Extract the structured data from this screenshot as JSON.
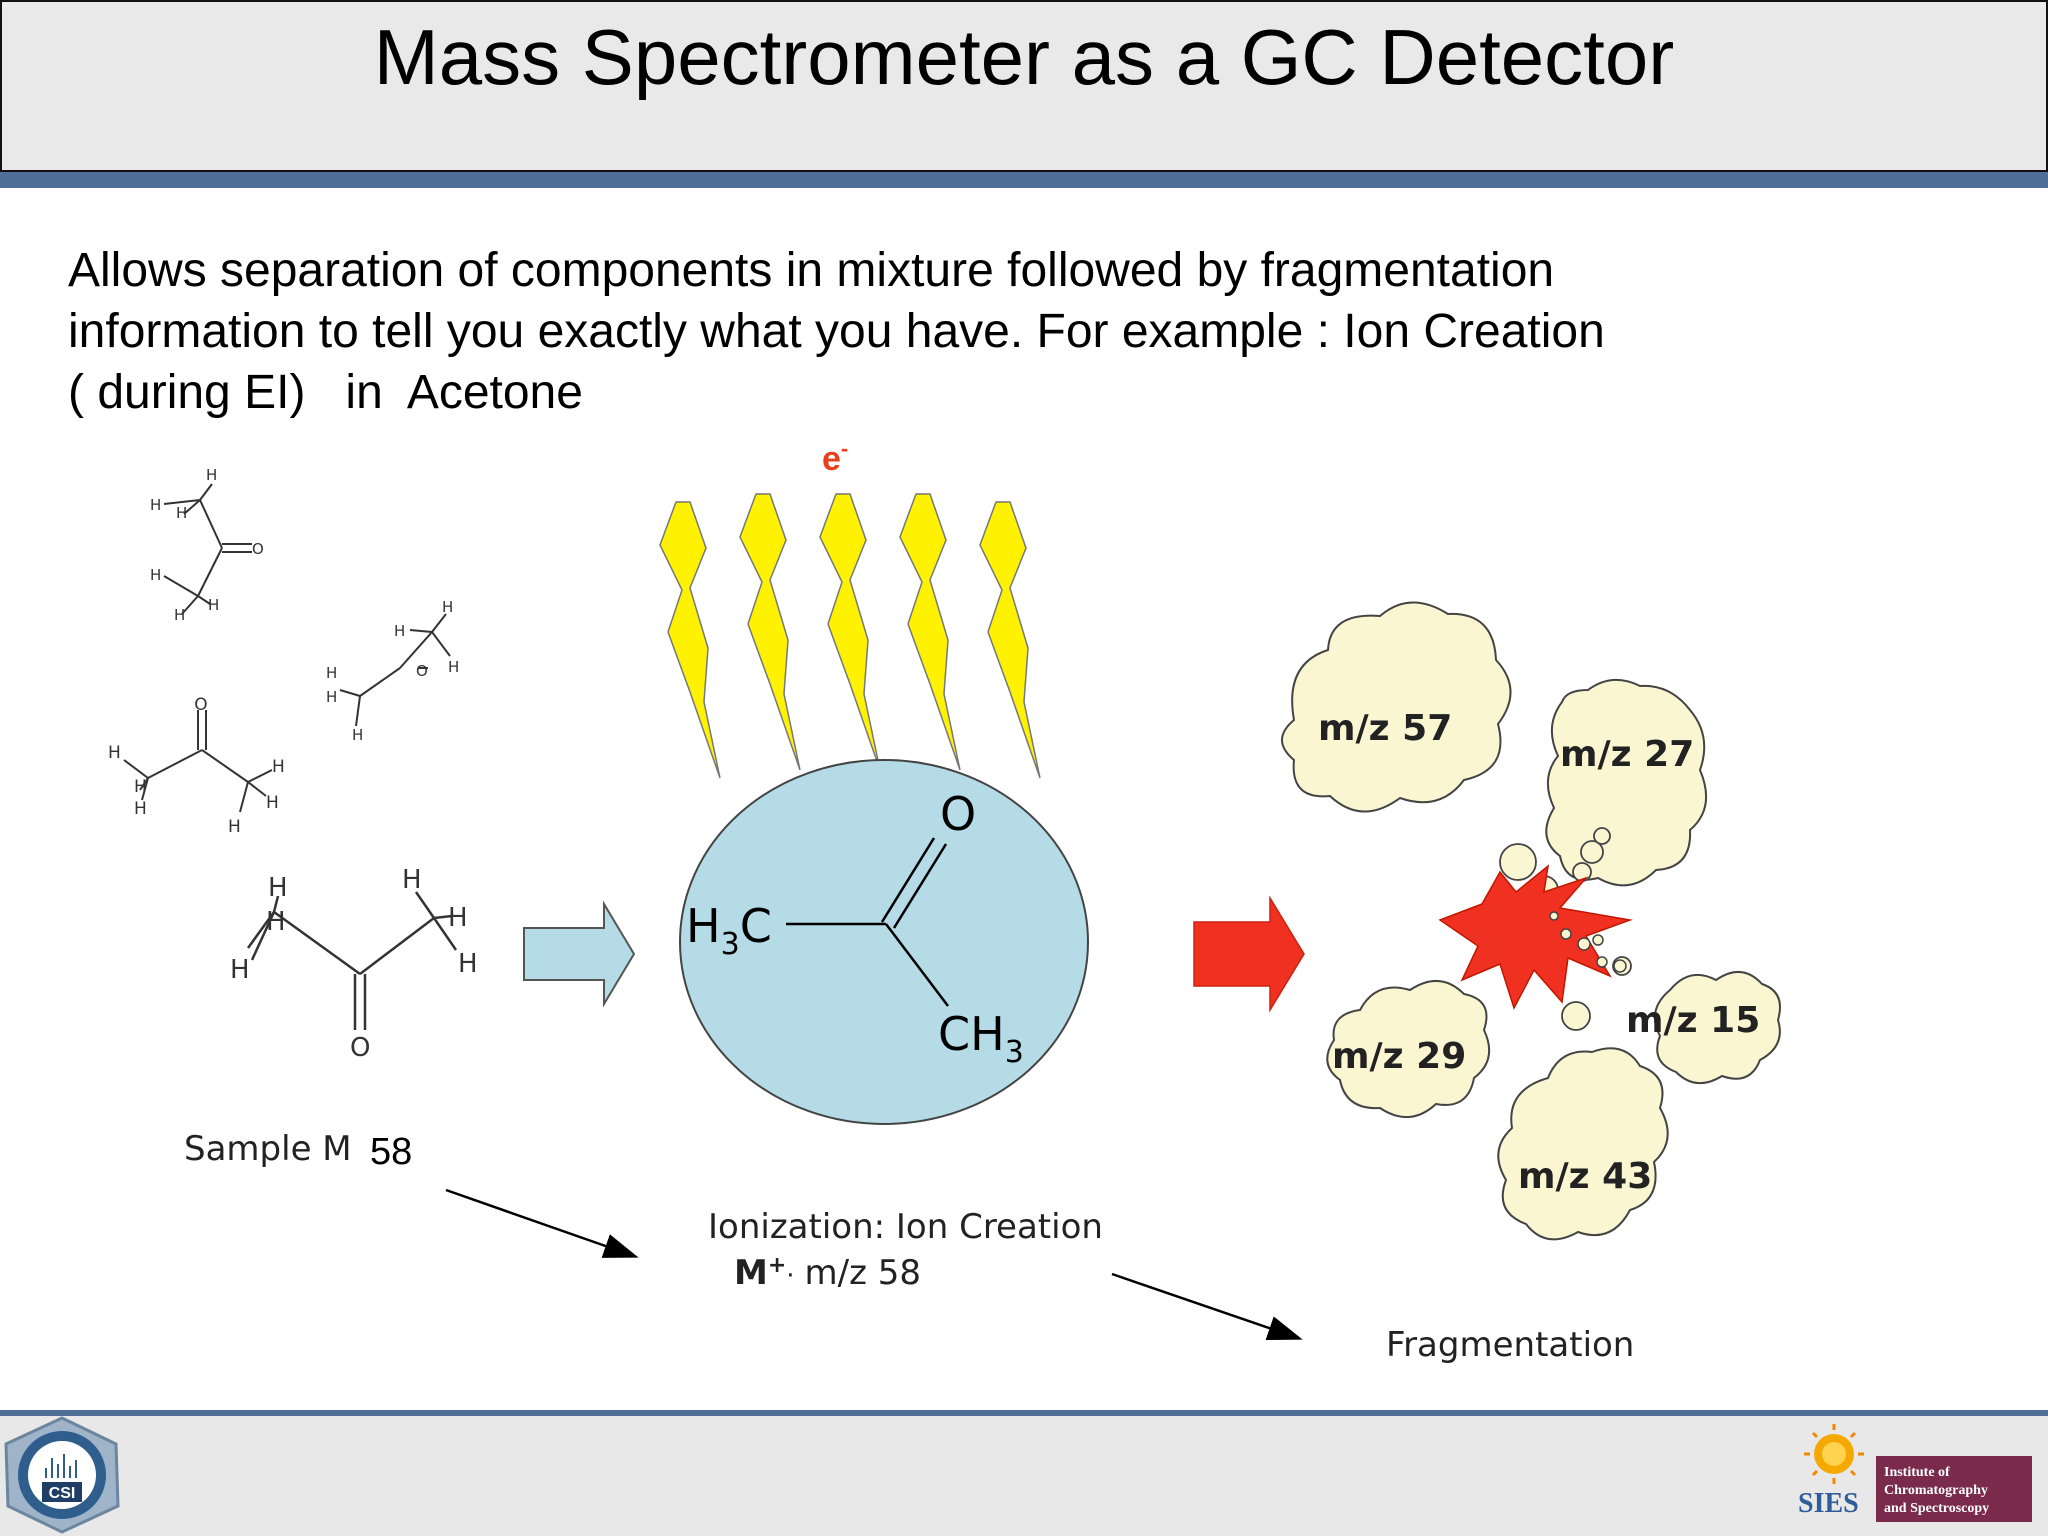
{
  "slide": {
    "title": "Mass Spectrometer as a GC Detector",
    "intro_lines": [
      "Allows separation of components in mixture followed by fragmentation",
      "information to tell you exactly what you have. For example : Ion Creation",
      "( during EI)   in  Acetone"
    ]
  },
  "diagram": {
    "electron": {
      "symbol": "e",
      "charge": "-"
    },
    "sample": {
      "label": "Sample M",
      "mass": "58"
    },
    "ion": {
      "methyl_left": "H",
      "methyl_left_sub": "3",
      "methyl_left_end": "C",
      "carbonyl_o": "O",
      "methyl_right": "CH",
      "methyl_right_sub": "3"
    },
    "ionization": {
      "caption": "Ionization: Ion Creation",
      "ion_symbol": "M",
      "ion_charge": "+",
      "ion_radical": "·",
      "ion_mz": "m/z 58"
    },
    "fragmentation": {
      "caption": "Fragmentation",
      "fragments": [
        "m/z 57",
        "m/z 27",
        "m/z 15",
        "m/z 29",
        "m/z 43"
      ]
    },
    "molecule_atoms": {
      "hydrogen": "H",
      "oxygen": "O"
    }
  },
  "footer": {
    "left_logo_text": "CSI",
    "right_logo_text": "SIES",
    "right_logo_caption": [
      "Institute of",
      "Chromatography",
      "and Spectroscopy"
    ]
  },
  "colors": {
    "header_bg": "#e9e9e9",
    "accent_bar": "#4f6e98",
    "sphere": "#b5dce6",
    "arrow_blue": "#b5dce6",
    "arrow_red": "#f03020",
    "bolt": "#fff200",
    "cloud": "#fbf6d2",
    "burst": "#f03020",
    "electron_text": "#e8401c"
  }
}
